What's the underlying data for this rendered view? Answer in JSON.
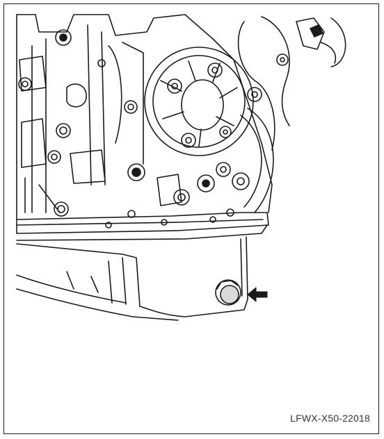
{
  "figure": {
    "code": "LFWX-X50-22018",
    "subject": "engine-oil-pan-drain-plug",
    "callouts": [
      {
        "type": "arrow",
        "target": "drain-plug"
      }
    ],
    "colors": {
      "line": "#1a1a1a",
      "highlight": "#d9d9d9",
      "background": "#ffffff"
    }
  }
}
